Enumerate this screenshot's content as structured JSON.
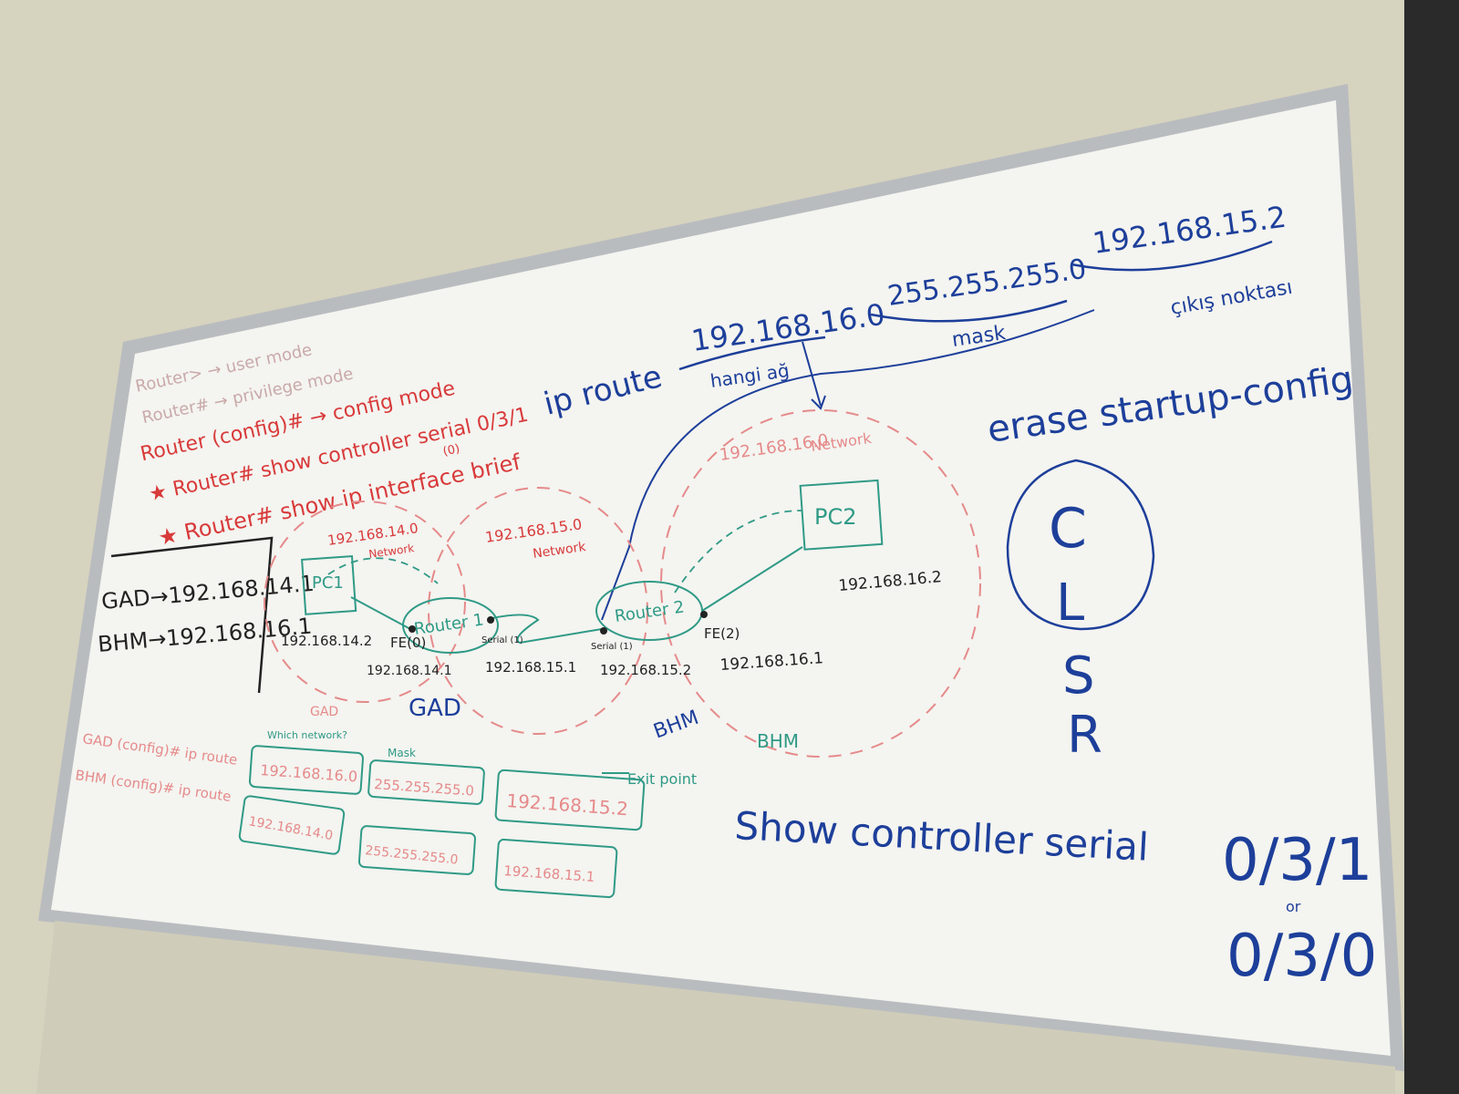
{
  "colors": {
    "wall": "#d6d3bf",
    "board": "#f4f4f0",
    "frame": "#b9bcbf",
    "marker_red": "#d83a3a",
    "marker_blue": "#1d3f9a",
    "marker_black": "#222222",
    "marker_teal": "#2f9a86",
    "marker_pink": "#e58a8a"
  },
  "modes": {
    "user": "Router> → user mode",
    "privilege": "Router# → privilege mode",
    "config": "Router (config)# → config mode",
    "cmd1": "★ Router# show controller serial 0/3/1",
    "cmd1_sub": "(0)",
    "cmd2": "★ Router# show ip interface brief"
  },
  "gateway_box": {
    "gad": "GAD→192.168.14.1",
    "bhm": "BHM→192.168.16.1"
  },
  "ip_route": {
    "label": "ip route",
    "network": "192.168.16.0",
    "network_note": "hangi ağ",
    "mask": "255.255.255.0",
    "mask_note": "mask",
    "next_hop": "192.168.15.2",
    "next_hop_note": "çıkış noktası"
  },
  "erase": "erase startup-config",
  "clsr": [
    "C",
    "L",
    "S",
    "R"
  ],
  "diagram": {
    "net14": "192.168.14.0",
    "net14_sub": "Network",
    "net15": "192.168.15.0",
    "net15_sub": "Network",
    "net16": "192.168.16.0",
    "net16_sub": "Network",
    "pc1": "PC1",
    "pc2": "PC2",
    "router1": "Router 1",
    "router2": "Router 2",
    "pc1_ip": "192.168.14.2",
    "pc2_ip": "192.168.16.2",
    "fe0": "FE(0)",
    "fe2": "FE(2)",
    "r1_fe_ip": "192.168.14.1",
    "serial1": "Serial (1)",
    "serial_ip1": "192.168.15.1",
    "serial2": "Serial (1)",
    "serial_ip2": "192.168.15.2",
    "r2_fe_ip": "192.168.16.1",
    "gad_red": "GAD",
    "gad_blue": "GAD",
    "bhm_blue": "BHM",
    "bhm_teal": "BHM"
  },
  "routes_table": {
    "row1_prefix": "GAD (config)# ip route",
    "row2_prefix": "BHM (config)# ip route",
    "which_network": "Which network?",
    "mask_header": "Mask",
    "exit_point": "Exit point",
    "r1c1": "192.168.16.0",
    "r1c2": "255.255.255.0",
    "r1c3": "192.168.15.2",
    "r2c1": "192.168.14.0",
    "r2c2": "255.255.255.0",
    "r2c3": "192.168.15.1"
  },
  "show_controller": "Show controller serial",
  "interfaces": {
    "a": "0/3/1",
    "or": "or",
    "b": "0/3/0"
  }
}
